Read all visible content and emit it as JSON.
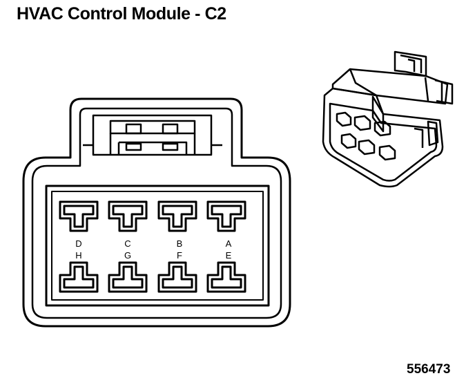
{
  "title": "HVAC Control Module - C2",
  "figure_number": "556473",
  "connector": {
    "top_row_pins": [
      "D",
      "C",
      "B",
      "A"
    ],
    "bottom_row_pins": [
      "H",
      "G",
      "F",
      "E"
    ]
  }
}
